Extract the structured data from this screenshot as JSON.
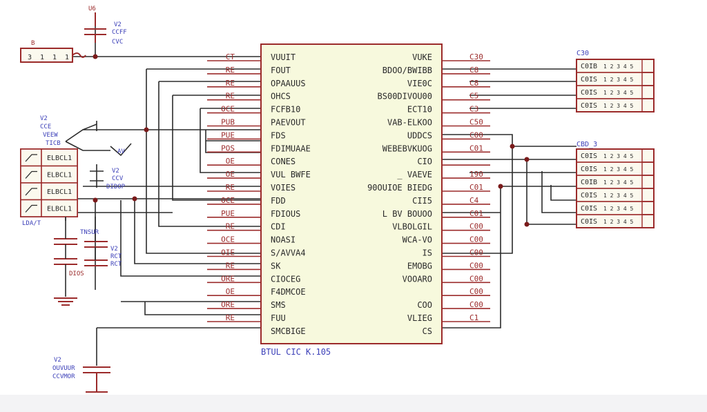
{
  "title": "",
  "ic": {
    "part_label": "BTUL CIC K.105",
    "left_pins": [
      "VUUIT",
      "FOUT",
      "OPAAUUS",
      "OHCS",
      "FCFB10",
      "PAEVOUT",
      "FDS",
      "FDIMUAAE",
      "CONES",
      "VUL BWFE",
      "VOIES",
      "FDD",
      "FDIOUS",
      "CDI",
      "NOASI",
      "S/AVVA4",
      "SK",
      "CIOCEG",
      "F4DMCOE",
      "SMS",
      "FUU",
      "SMCBIGE"
    ],
    "right_pins": [
      "VUKE",
      "BDOO/BWIBB",
      "VIE0C",
      "BS00DIVOU00",
      "ECT10",
      "VAB-ELKOO",
      "UDDCS",
      "WEBEBVKUOG",
      "CIO",
      "_ VAEVE",
      "90OUIOE BIEDG",
      "CII5",
      "L BV BOUOO",
      "VLBOLGIL",
      "WCA-VO",
      "IS",
      "EMOBG",
      "VOOARO",
      "",
      "COO",
      "VLIEG",
      "CS"
    ]
  },
  "left_pin_tags": [
    "CT",
    "RE",
    "RE",
    "RE",
    "OCE",
    "PUB",
    "PUE",
    "POS",
    "OE",
    "OE",
    "RE",
    "OCE",
    "PUE",
    "RE",
    "OCE",
    "OIE",
    "RE",
    "ORE",
    "OE",
    "ORE",
    "RE"
  ],
  "right_pin_tags": [
    "C30",
    "C8",
    "C8",
    "C5",
    "C3",
    "C50",
    "C00",
    "C01",
    "",
    "190",
    "C01",
    "C4",
    "C01",
    "C00",
    "C00",
    "C00",
    "C00",
    "C00",
    "C00",
    "C00",
    "C1"
  ],
  "top_crystal": {
    "designator": "U6",
    "label_v": "V2",
    "label_val": "CCFF",
    "label_sub": "CVC"
  },
  "left_connector": {
    "label": "B",
    "pins": [
      "3",
      "1",
      "1",
      "1"
    ]
  },
  "transistor_labels": {
    "v": "V2",
    "a": "CCE",
    "b": "VEEW",
    "c": "TICB"
  },
  "mid_labels": {
    "a": "V2",
    "b": "CCV",
    "c": "DIDOP",
    "d": "AV"
  },
  "header_block": {
    "designator": "LDA/T",
    "rows": [
      "ELBCL1",
      "ELBCL1",
      "ELBCL1",
      "ELBCL1"
    ]
  },
  "left_caps": {
    "note": "TNSUR",
    "v": "V2",
    "n1": "RCT",
    "n2": "RCT",
    "bottom": "DIOS"
  },
  "bottom_cap": {
    "v": "V2",
    "a": "OUVUUR",
    "b": "CCVMOR"
  },
  "conn_top": {
    "label": "C30",
    "rows": [
      "C0IB",
      "C0IS",
      "C0IS",
      "C0IS"
    ],
    "row_nums": "1 2 3 4 5"
  },
  "conn_bot": {
    "label": "CBD_3",
    "rows": [
      "C0IS",
      "C0IS",
      "C0IB",
      "C0IS",
      "C0IS",
      "C0IS"
    ],
    "row_nums": "1 2 3 4 5"
  },
  "colors": {
    "wire": "#2b2b2b",
    "component": "#9b2a2a",
    "ic_fill": "#f7f9dd",
    "ic_stroke": "#9b2a2a",
    "ic_text": "#2a2a2a",
    "label_blue": "#3b3fb8",
    "bg": "#ffffff"
  }
}
